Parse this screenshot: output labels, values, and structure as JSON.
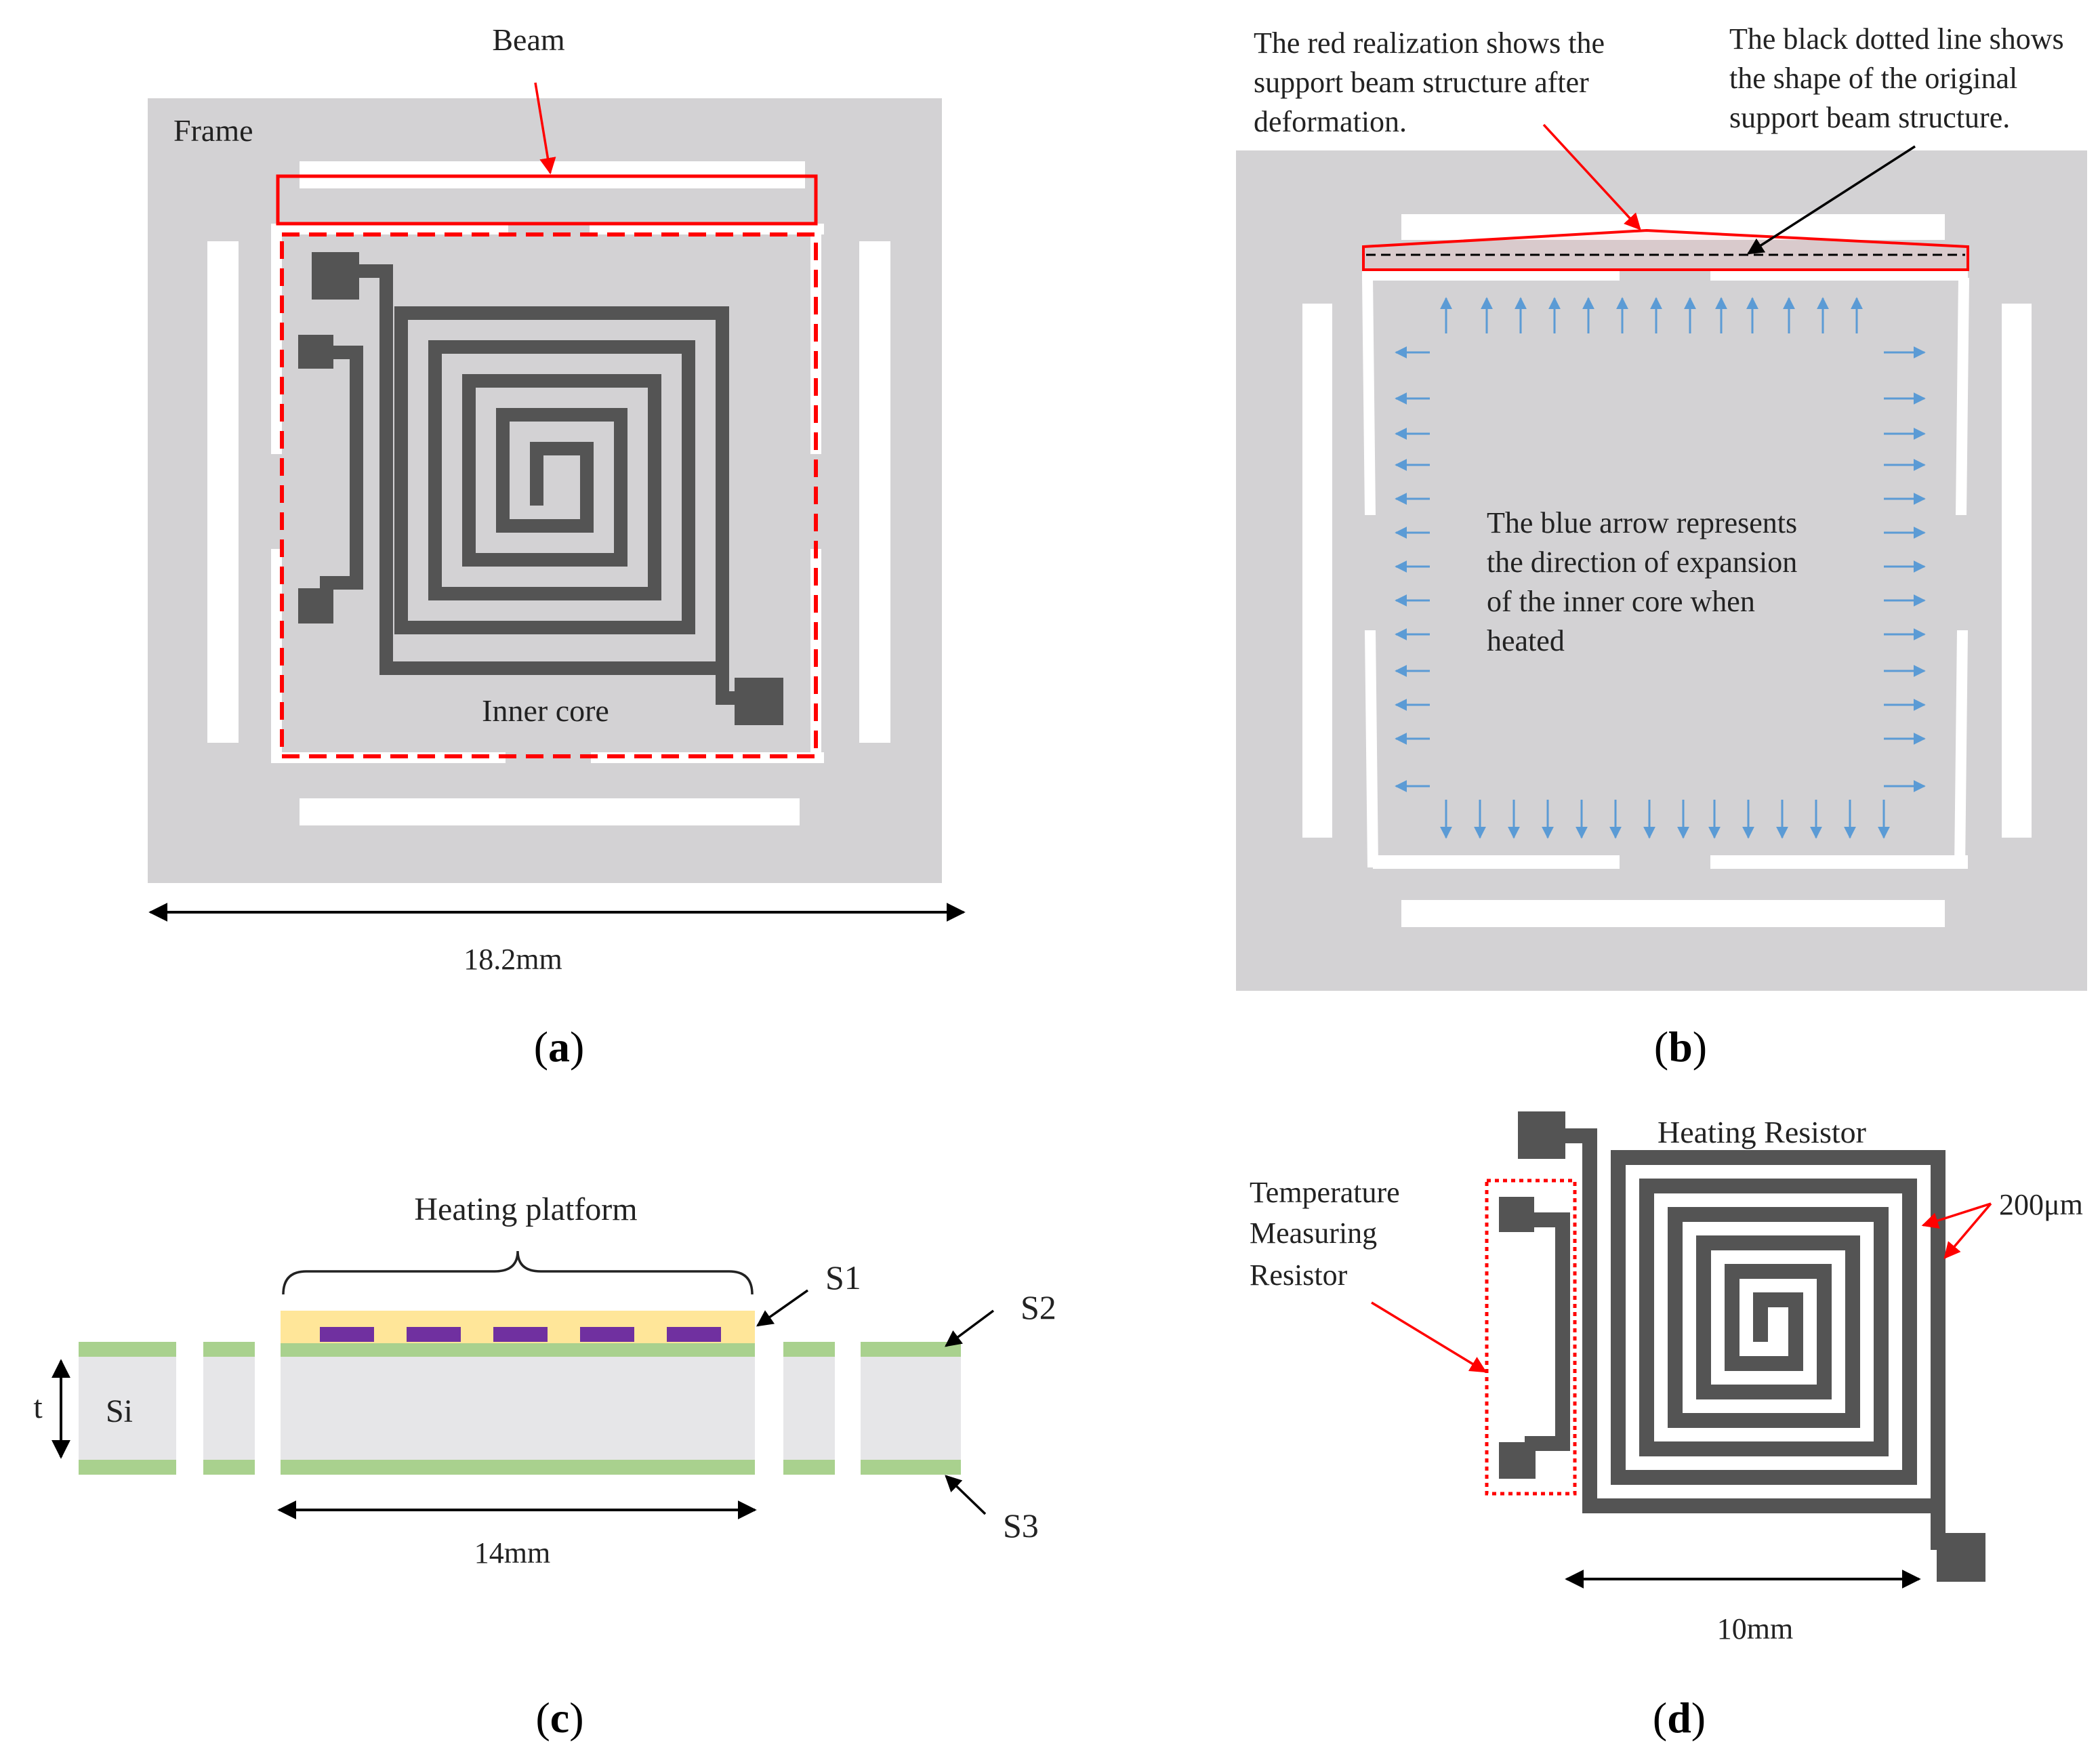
{
  "colors": {
    "frame": "#d3d2d4",
    "slot": "#ffffff",
    "resistor": "#545454",
    "red": "#ff0000",
    "blue_arrow": "#5b9bd5",
    "silicon": "#e6e6e8",
    "green_layer": "#a9d18e",
    "yellow_layer": "#ffe699",
    "purple_electrode": "#7030a0",
    "black": "#000000"
  },
  "panel_a": {
    "caption": "(a)",
    "caption_letter": "a",
    "beam_label": "Beam",
    "frame_label": "Frame",
    "inner_core_label": "Inner core",
    "dimension_label": "18.2mm"
  },
  "panel_b": {
    "caption": "(b)",
    "caption_letter": "b",
    "red_note": [
      "The red realization shows the",
      "support beam structure after",
      "deformation."
    ],
    "black_note": [
      "The black dotted line shows",
      "the shape of the original",
      "support beam structure."
    ],
    "blue_note": [
      "The blue arrow represents",
      "the direction of expansion",
      "of the inner core when",
      "heated"
    ]
  },
  "panel_c": {
    "caption": "(c)",
    "caption_letter": "c",
    "platform_label": "Heating platform",
    "s1": "S1",
    "s2": "S2",
    "s3": "S3",
    "si": "Si",
    "t": "t",
    "dimension_label": "14mm"
  },
  "panel_d": {
    "caption": "(d)",
    "caption_letter": "d",
    "heating_label": "Heating Resistor",
    "temp_label": [
      "Temperature",
      "Measuring",
      "Resistor"
    ],
    "width_label": "200μm",
    "dimension_label": "10mm"
  },
  "icons": [
    "arrow-icon",
    "spiral-resistor-icon",
    "brace-icon"
  ]
}
